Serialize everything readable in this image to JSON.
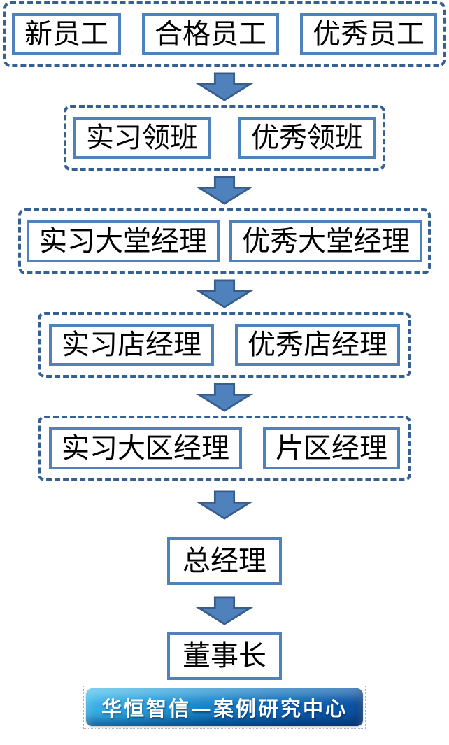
{
  "flowchart": {
    "groups": [
      {
        "items": [
          "新员工",
          "合格员工",
          "优秀员工"
        ]
      },
      {
        "items": [
          "实习领班",
          "优秀领班"
        ]
      },
      {
        "items": [
          "实习大堂经理",
          "优秀大堂经理"
        ]
      },
      {
        "items": [
          "实习店经理",
          "优秀店经理"
        ]
      },
      {
        "items": [
          "实习大区经理",
          "片区经理"
        ]
      }
    ],
    "nodes": {
      "general_manager": "总经理",
      "chairman": "董事长"
    },
    "banner": {
      "label": "华恒智信—案例研究中心"
    },
    "colors": {
      "node_border": "#4F81BD",
      "group_border": "#376092",
      "arrow_fill": "#4F81BD",
      "arrow_stroke": "#385D8A",
      "banner_gradient_top": "#4CC2EE",
      "banner_gradient_bottom": "#094E98",
      "banner_text": "#FFFFFF",
      "node_text": "#000000",
      "background": "#FFFFFF"
    }
  }
}
